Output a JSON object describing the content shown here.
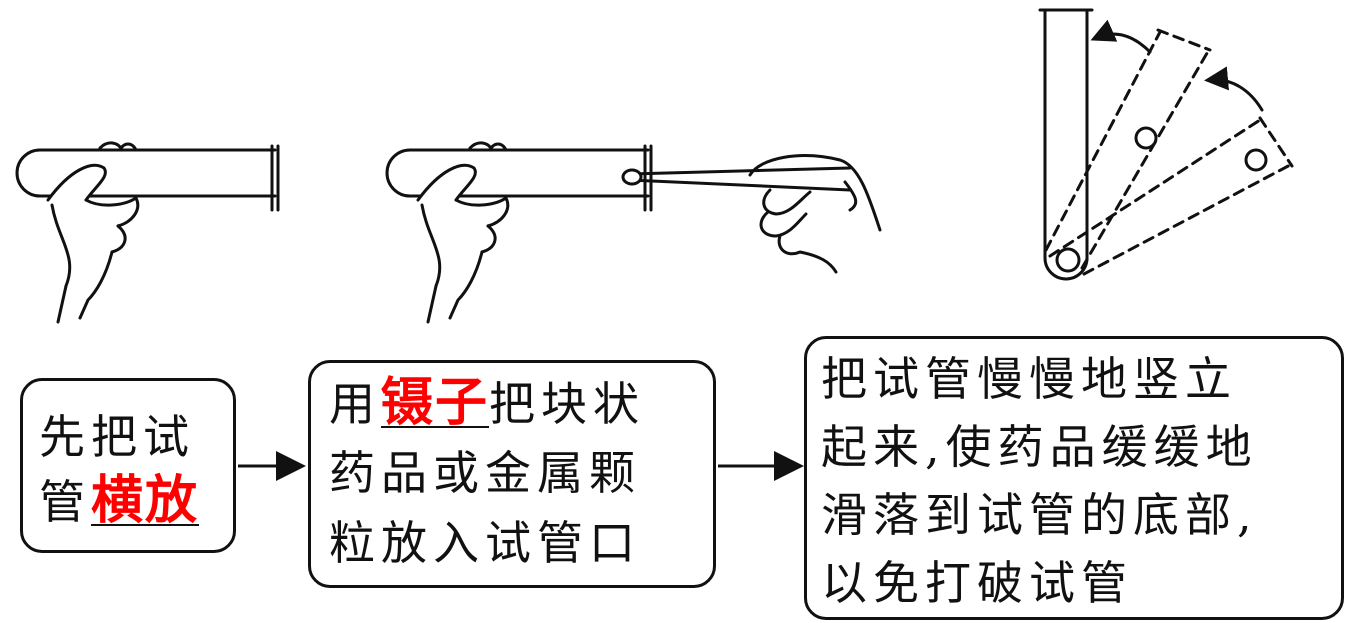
{
  "boxes": [
    {
      "lines": [
        {
          "text": "先把试"
        },
        {
          "pre": "管",
          "highlight": "横放",
          "post": ""
        }
      ]
    },
    {
      "lines": [
        {
          "pre": "用",
          "highlight": "镊子",
          "post": "把块状"
        },
        {
          "text": "药品或金属颗"
        },
        {
          "text": "粒放入试管口"
        }
      ]
    },
    {
      "lines": [
        {
          "text": "把试管慢慢地竖立"
        },
        {
          "text": "起来,使药品缓缓地"
        },
        {
          "text": "滑落到试管的底部,"
        },
        {
          "text": "以免打破试管"
        }
      ]
    }
  ],
  "colors": {
    "highlight": "#ff0000",
    "ink": "#111111"
  }
}
